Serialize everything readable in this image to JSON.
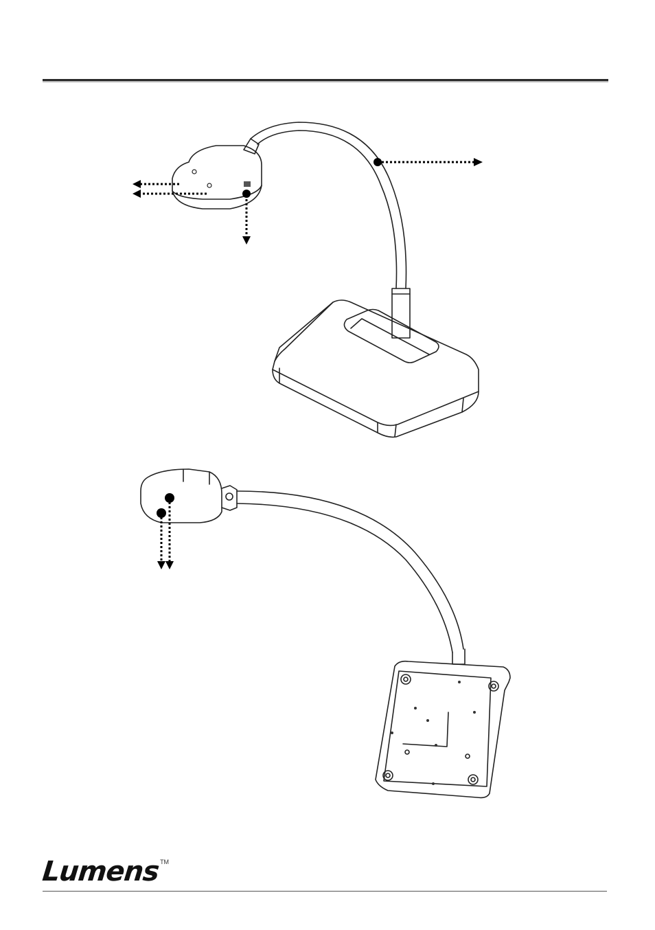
{
  "footer": {
    "logo_text": "Lumens",
    "trademark": "TM"
  },
  "figures": {
    "top": {
      "icon": "document-camera-front-view"
    },
    "bottom": {
      "icon": "document-camera-underside-view"
    }
  }
}
